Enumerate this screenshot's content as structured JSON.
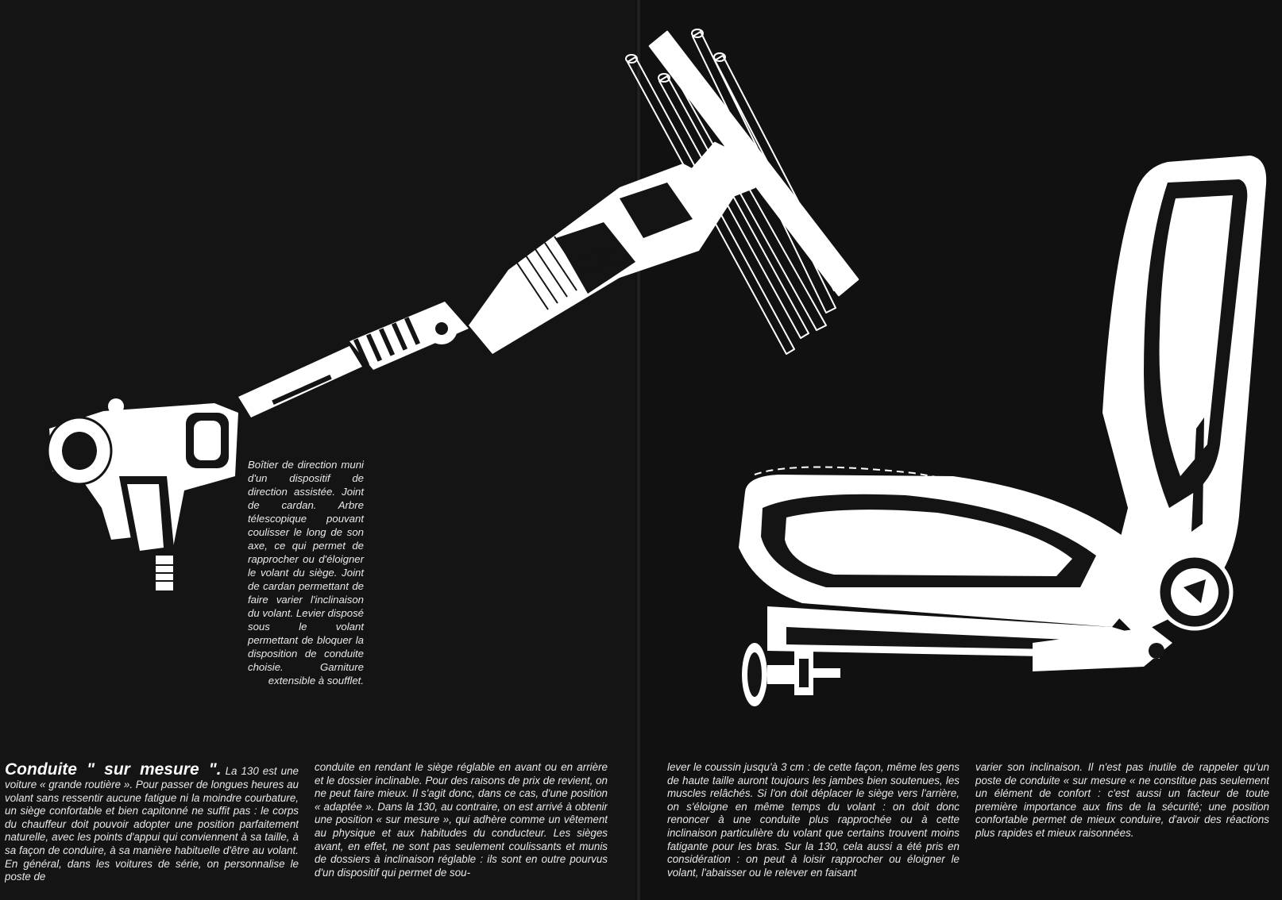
{
  "caption": {
    "text": "Boîtier de direction muni d'un dispositif de direction assistée. Joint de cardan. Arbre télescopique pouvant coulisser le long de son axe, ce qui permet de rapprocher ou d'éloigner le volant du siège. Joint de cardan permettant de faire varier l'inclinaison du volant. Levier disposé sous le volant permettant de bloquer la disposition de conduite choisie. Garniture extensible à soufflet."
  },
  "article": {
    "title": "Conduite \" sur mesure \".",
    "col1_text": "La 130 est une voiture « grande routière ». Pour passer de longues heures au volant sans ressentir aucune fatigue ni la moindre courbature, un siège confortable et bien capitonné ne suffit pas : le corps du chauffeur doit pouvoir adopter une position parfaitement naturelle, avec les points d'appui qui conviennent à sa taille, à sa façon de conduire, à sa manière habituelle d'être au volant. En général, dans les voitures de série, on personnalise le poste de",
    "col2_text": "conduite en rendant le siège réglable en avant ou en arrière et le dossier inclinable. Pour des raisons de prix de revient, on ne peut faire mieux. Il s'agit donc, dans ce cas, d'une position « adaptée ». Dans la 130, au contraire, on est arrivé à obtenir une position « sur mesure », qui adhère comme un vêtement au physique et aux habitudes du conducteur. Les sièges avant, en effet, ne sont pas seulement coulissants et munis de dossiers à inclinaison réglable : ils sont en outre pourvus d'un dispositif qui permet de sou-",
    "col3_text": "lever le coussin jusqu'à 3 cm : de cette façon, même les gens de haute taille auront toujours les jambes bien soutenues, les muscles relâchés. Si l'on doit déplacer le siège vers l'arrière, on s'éloigne en même temps du volant : on doit donc renoncer à une conduite plus rapprochée ou à cette inclinaison particulière du volant que certains trouvent moins fatigante pour les bras. Sur la 130, cela aussi a été pris en considération : on peut à loisir rapprocher ou éloigner le volant, l'abaisser ou le relever en faisant",
    "col4_text": "varier son inclinaison. Il n'est pas inutile de rappeler qu'un poste de conduite « sur mesure « ne constitue pas seulement un élément de confort : c'est aussi un facteur de toute première importance aux fins de la sécurité; une position confortable permet de mieux conduire, d'avoir des réactions plus rapides et mieux raisonnées."
  },
  "colors": {
    "background": "#121212",
    "ink": "#ececec",
    "drawing": "#ffffff"
  }
}
